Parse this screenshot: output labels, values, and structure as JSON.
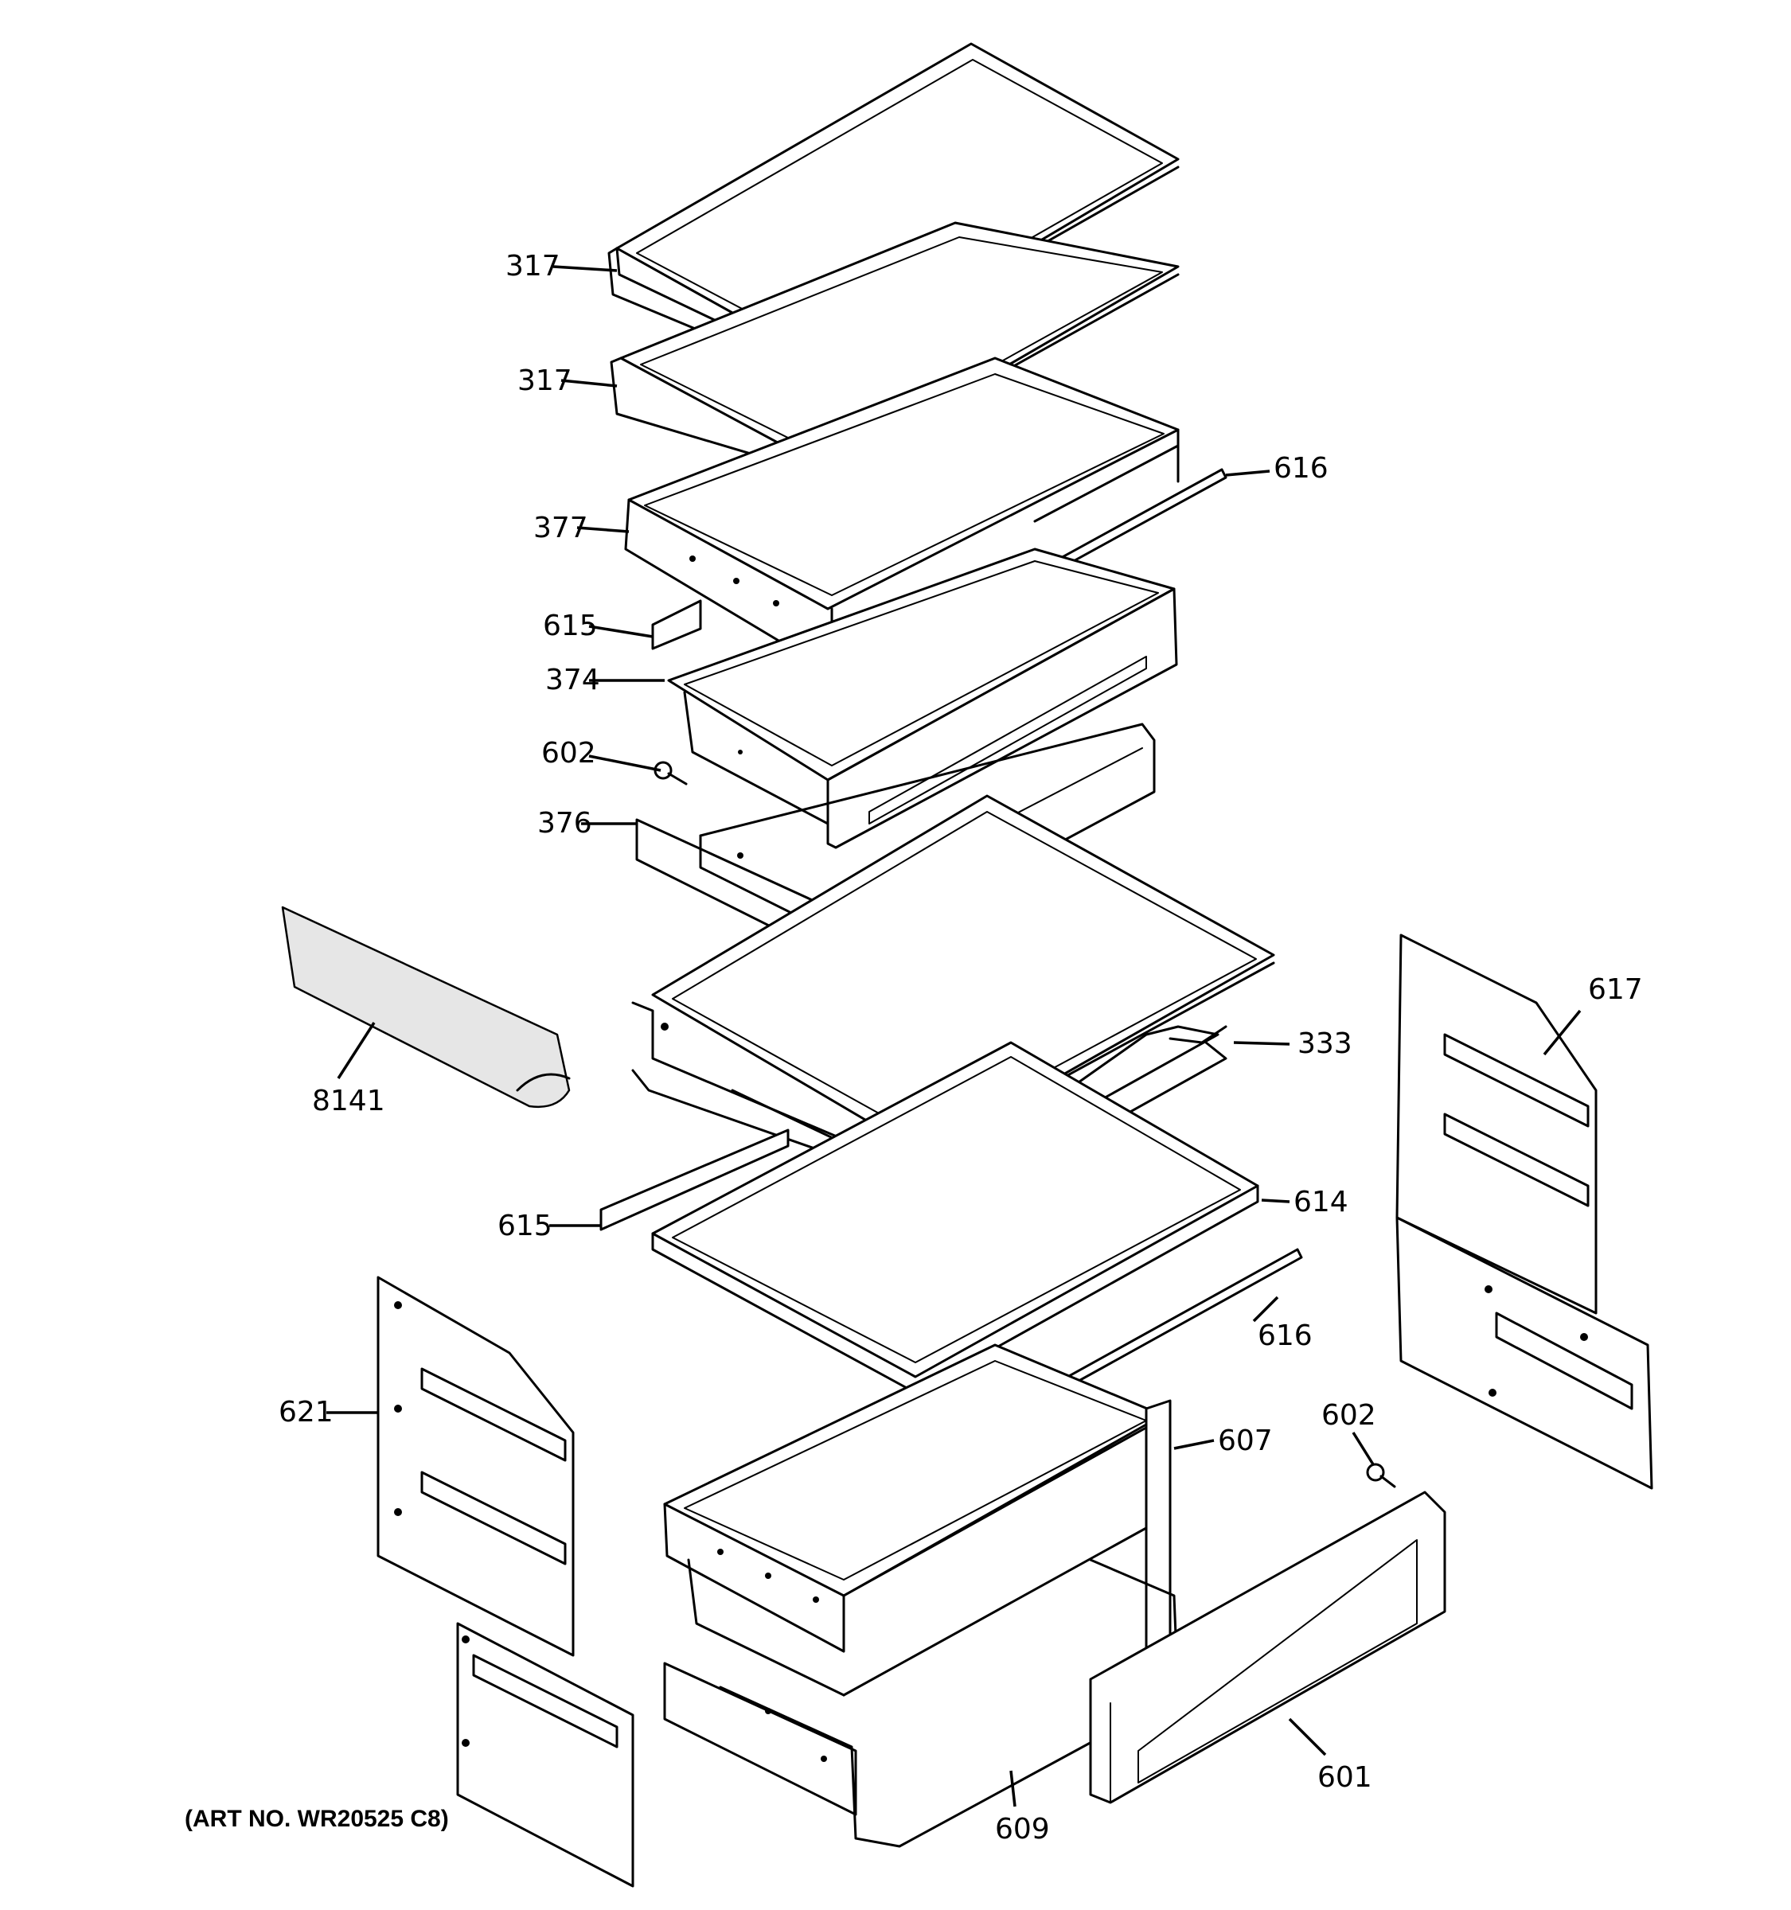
{
  "callouts": {
    "c317a": "317",
    "c317b": "317",
    "c616a": "616",
    "c377": "377",
    "c615a": "615",
    "c374": "374",
    "c602a": "602",
    "c376": "376",
    "c617": "617",
    "c8141": "8141",
    "c333": "333",
    "c615b": "615",
    "c614": "614",
    "c616b": "616",
    "c621": "621",
    "c607": "607",
    "c602b": "602",
    "c601": "601",
    "c609": "609"
  },
  "art_number": "(ART NO. WR20525 C8)",
  "line_color": "#000000",
  "background_color": "#ffffff"
}
